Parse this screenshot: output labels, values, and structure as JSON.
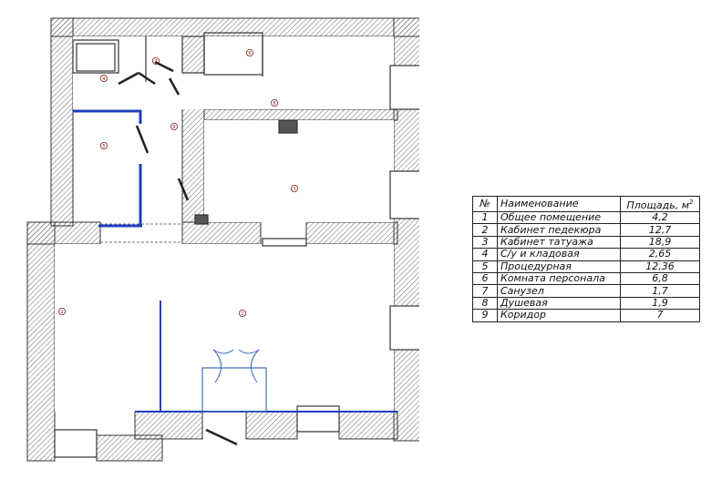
{
  "legend": {
    "headers": {
      "num": "№",
      "name": "Наименование",
      "area": "Площадь, м",
      "area_sup": "2"
    },
    "rows": [
      {
        "num": "1",
        "name": "Общее помещение",
        "area": "4,2"
      },
      {
        "num": "2",
        "name": "Кабинет педекюра",
        "area": "12,7"
      },
      {
        "num": "3",
        "name": "Кабинет татуажа",
        "area": "18,9"
      },
      {
        "num": "4",
        "name": "С/у и кладовая",
        "area": "2,65"
      },
      {
        "num": "5",
        "name": "Процедурная",
        "area": "12,36"
      },
      {
        "num": "6",
        "name": "Комната персонала",
        "area": "6,8"
      },
      {
        "num": "7",
        "name": "Санузел",
        "area": "1,7"
      },
      {
        "num": "8",
        "name": "Душевая",
        "area": "1,9"
      },
      {
        "num": "9",
        "name": "Коридор",
        "area": "7"
      }
    ]
  },
  "room_markers": [
    "1",
    "2",
    "3",
    "4",
    "5",
    "6",
    "7",
    "8",
    "9"
  ],
  "colors": {
    "wall_outline": "#333333",
    "hatch": "#555555",
    "partition_new": "#1f3fbf",
    "room_marker": "#8b1a1a",
    "door_swing": "#3c6fb4"
  }
}
